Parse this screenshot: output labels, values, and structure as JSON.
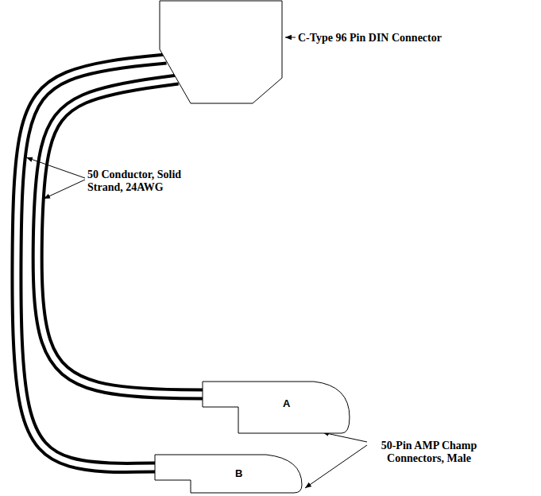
{
  "diagram": {
    "nodes": [
      {
        "text": [
          "C-Type 96 Pin DIN Connector"
        ]
      },
      {
        "text": [
          "A"
        ]
      },
      {
        "text": [
          "B"
        ]
      }
    ],
    "edges": [
      {
        "from": 0,
        "to": 1,
        "arrow": "none"
      },
      {
        "from": 0,
        "to": 2,
        "arrow": "none"
      }
    ],
    "labels": [
      "50 Conductor, Solid Strand, 24AWG",
      "50-Pin AMP Champ Connectors, Male"
    ]
  }
}
